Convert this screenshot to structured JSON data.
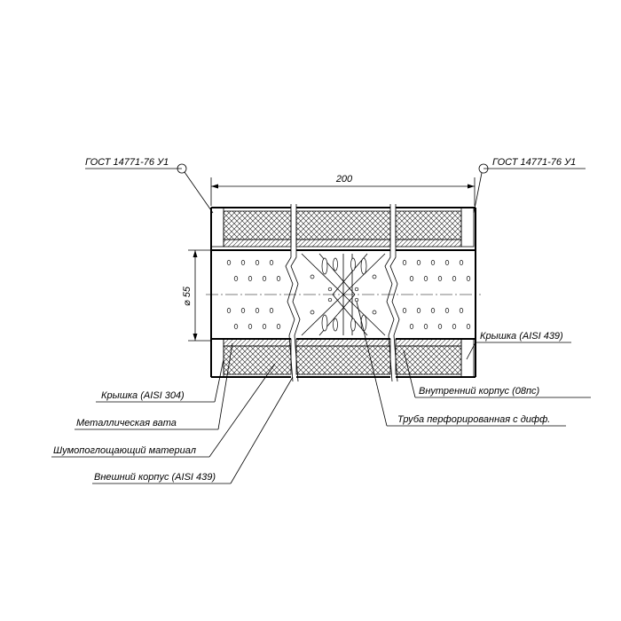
{
  "drawing": {
    "dimension_length": "200",
    "dimension_diameter": "⌀ 55",
    "weld_left": "ГОСТ 14771-76 У1",
    "weld_right": "ГОСТ 14771-76 У1",
    "callouts": {
      "cap_left": "Крышка (AISI 304)",
      "metal_wool": "Металлическая вата",
      "sound_absorbing": "Шумопоглощающий материал",
      "outer_shell": "Внешний корпус (AISI 439)",
      "cap_right": "Крышка (AISI 439)",
      "inner_shell": "Внутренний корпус (08пс)",
      "perforated_tube": "Труба перфорированная с дифф."
    }
  },
  "icons": {
    "weld_marker": "circle-leader-icon",
    "hatch": "cross-hatch-pattern"
  }
}
